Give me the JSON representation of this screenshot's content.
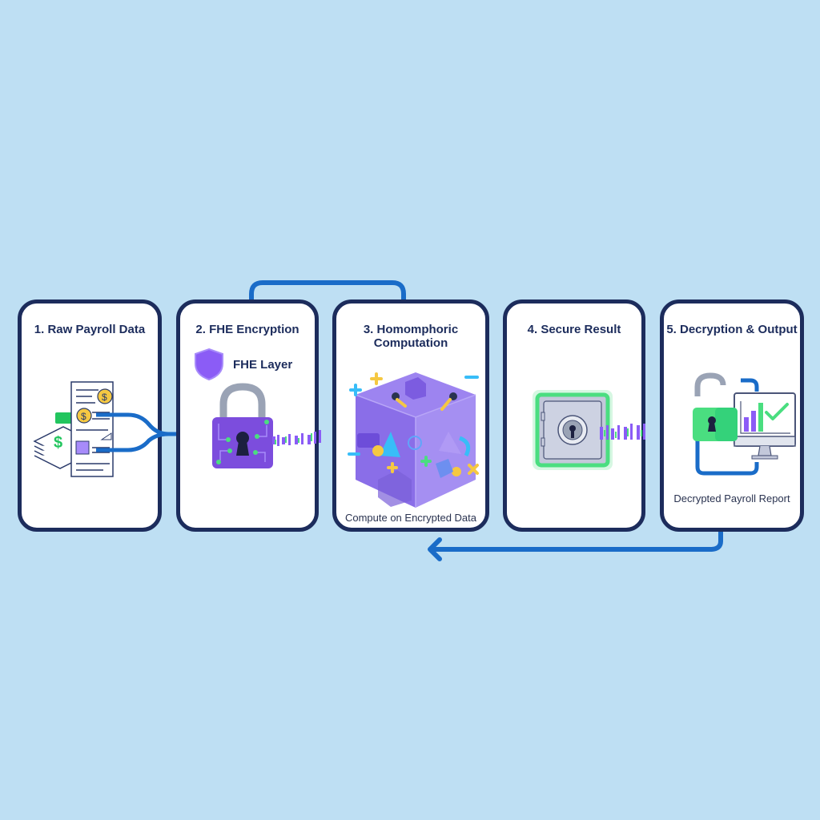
{
  "diagram": {
    "background_color": "#bedff3",
    "panel_border_color": "#1c2c5c",
    "flow_color": "#1a6cc8",
    "steps": [
      {
        "number": 1,
        "title": "1. Raw Payroll Data",
        "icon": "payroll-documents-icon",
        "caption": ""
      },
      {
        "number": 2,
        "title": "2. FHE Encryption",
        "icon": "circuit-padlock-icon",
        "sublabel": "FHE Layer",
        "sublabel_icon": "shield-icon",
        "caption": ""
      },
      {
        "number": 3,
        "title_line1": "3. Homomphoric",
        "title_line2": "Computation",
        "icon": "encrypted-cube-icon",
        "caption": "Compute on Encrypted Data"
      },
      {
        "number": 4,
        "title": "4. Secure Result",
        "icon": "safe-vault-icon",
        "caption": ""
      },
      {
        "number": 5,
        "title": "5. Decryption & Output",
        "icon": "unlocked-padlock-monitor-icon",
        "caption": "Decrypted Payroll Report"
      }
    ],
    "connectors": [
      {
        "from": 1,
        "to": 2,
        "type": "double-line-arrow"
      },
      {
        "from": 2,
        "to": 3,
        "type": "top-bracket-loop"
      },
      {
        "from": 5,
        "to": 3,
        "type": "bottom-return-arrow"
      }
    ]
  }
}
